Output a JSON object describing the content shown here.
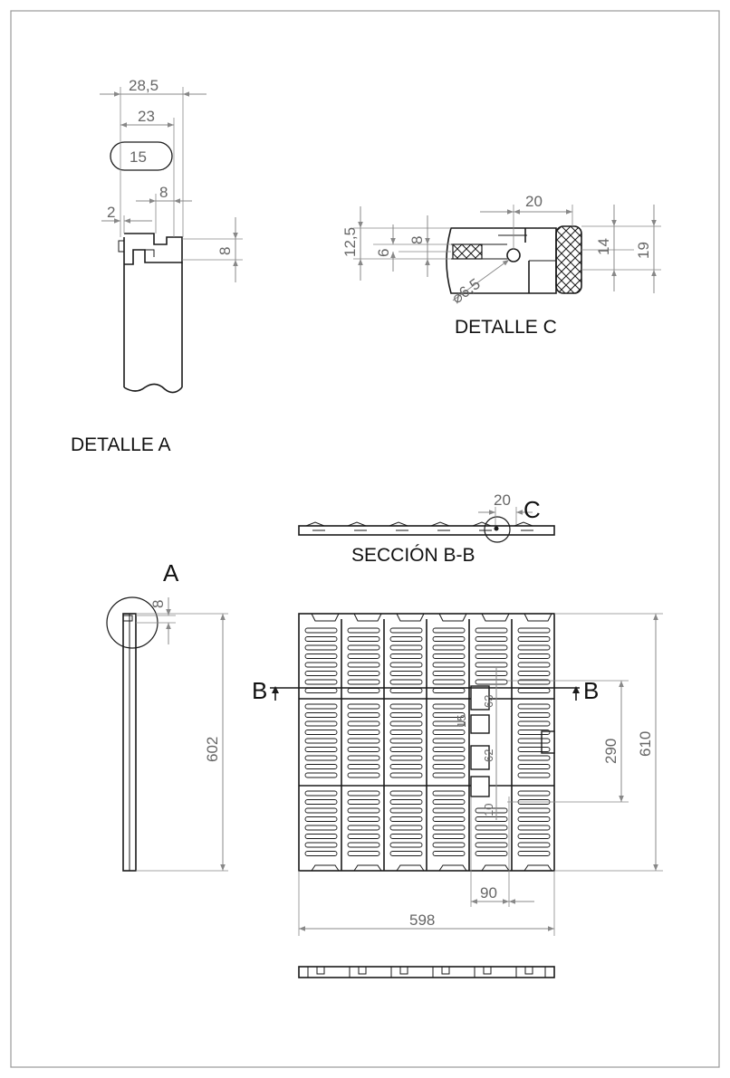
{
  "labels": {
    "detalle_a": "DETALLE A",
    "detalle_c": "DETALLE C",
    "seccion_bb": "SECCIÓN B-B",
    "marker_a": "A",
    "marker_b_left": "B",
    "marker_b_right": "B",
    "marker_c": "C"
  },
  "dimensions": {
    "detail_a": {
      "overall": "28,5",
      "inner": "23",
      "slot": "15",
      "offset": "8",
      "edge": "2",
      "height": "8"
    },
    "detail_c": {
      "top": "20",
      "h1": "12,5",
      "h2": "6",
      "h3": "8",
      "right1": "14",
      "right2": "19",
      "diameter": "⌀6,5"
    },
    "section": {
      "pitch": "20"
    },
    "side": {
      "top": "8",
      "length": "602"
    },
    "plan": {
      "width": "598",
      "spacing": "90",
      "height": "610",
      "inner_height": "290",
      "d1": "63",
      "d2": "15",
      "d3": "62",
      "d4": "10"
    }
  },
  "colors": {
    "line": "#1a1a1a",
    "dimension": "#888888",
    "text": "#111111",
    "frame": "#999999"
  }
}
